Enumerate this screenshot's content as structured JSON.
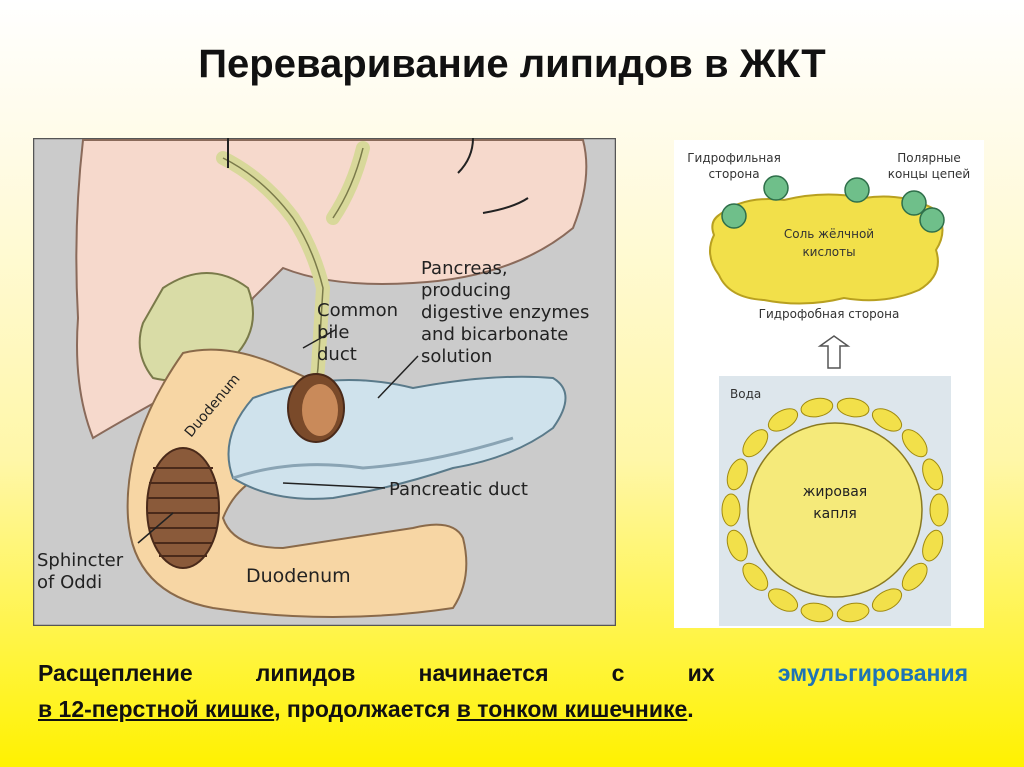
{
  "title": "Переваривание липидов в ЖКТ",
  "anatomy": {
    "pancreas_label": [
      "Pancreas,",
      "producing",
      "digestive enzymes",
      "and bicarbonate",
      "solution"
    ],
    "bile_duct_label": [
      "Common",
      "bile",
      "duct"
    ],
    "duodenum_upper": "Duodenum",
    "duodenum_lower": "Duodenum",
    "pancreatic_duct": "Pancreatic duct",
    "sphincter_label": [
      "Sphincter",
      "of Oddi"
    ]
  },
  "micelle": {
    "hydrophilic_side": [
      "Гидрофильная",
      "сторона"
    ],
    "polar_ends": [
      "Полярные",
      "концы цепей"
    ],
    "bile_salt": [
      "Соль жёлчной",
      "кислоты"
    ],
    "hydrophobic_side": "Гидрофобная сторона",
    "water": "Вода",
    "fat_droplet": [
      "жировая",
      "капля"
    ]
  },
  "caption": {
    "part1": "Расщепление липидов начинается с их",
    "part2": "эмульгирования",
    "part3": "в 12-перстной кишке",
    "part4": ", продолжается",
    "part5": "в тонком кишечнике",
    "part6": "."
  },
  "colors": {
    "accent": "#1e73b5",
    "liver": "#f6d9cc",
    "pancreas": "#cfe2ec",
    "duodenum": "#f7d6a4",
    "gallbladder": "#d9dca6",
    "bile_salt": "#f2e04a",
    "polar_head": "#6fbf8a",
    "panel_bg": "#cfcfcf"
  }
}
